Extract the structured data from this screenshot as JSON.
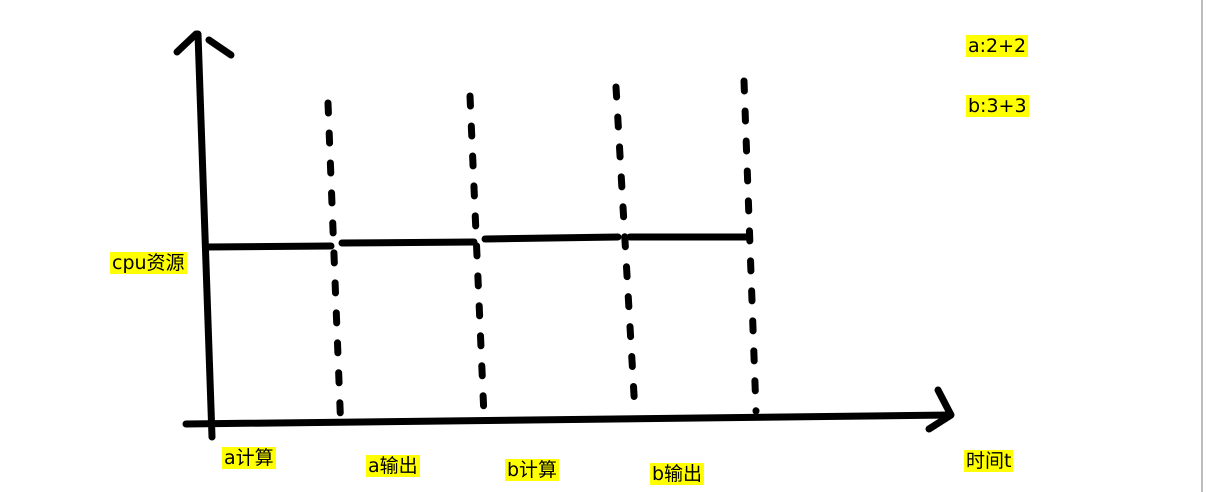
{
  "diagram": {
    "y_axis_label": "cpu资源",
    "x_axis_label": "时间t",
    "phases": [
      {
        "label": "a计算"
      },
      {
        "label": "a输出"
      },
      {
        "label": "b计算"
      },
      {
        "label": "b输出"
      }
    ],
    "notes": [
      {
        "text": "a:2+2"
      },
      {
        "text": "b:3+3"
      }
    ],
    "colors": {
      "stroke": "#000000",
      "highlight": "#ffff00",
      "border": "#bdbdbd"
    }
  }
}
